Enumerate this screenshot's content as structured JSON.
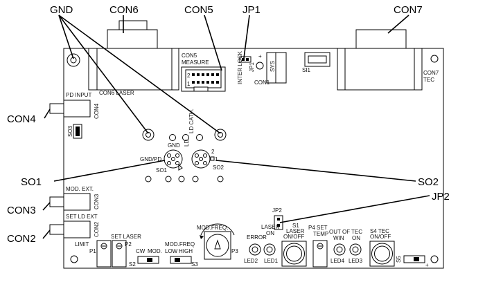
{
  "callouts": {
    "gnd": "GND",
    "con6": "CON6",
    "con5": "CON5",
    "jp1": "JP1",
    "con7": "CON7",
    "con4": "CON4",
    "so1": "SO1",
    "so2": "SO2",
    "jp2": "JP2",
    "con3": "CON3",
    "con2": "CON2"
  },
  "silkscreen": {
    "con6_laser": "CON6 LASER",
    "con5": "CON5",
    "measure": "MEASURE",
    "interlock": "INTER LOCK",
    "jp1": "JP1",
    "con1": "CON1",
    "sys": "SYS",
    "si1": "SI1",
    "con7": "CON7",
    "tec": "TEC",
    "pd_input": "PD INPUT",
    "con4": "CON4",
    "so3": "SO3",
    "ld_cath": "LD CATH.",
    "gnd": "GND",
    "ld": "LD",
    "gnd_pd": "GND/PD",
    "so1": "SO1",
    "so2": "SO2",
    "mod_ext": "MOD. EXT.",
    "con3": "CON3",
    "jp2": "JP2",
    "set_ld_ext": "SET LD EXT",
    "con2": "CON2",
    "limit": "LIMIT",
    "p1": "P1",
    "set_laser": "SET LASER",
    "p2": "P2",
    "cw": "CW",
    "mod": "MOD.",
    "s2": "S2",
    "mod_freq1": "MOD.FREQ",
    "low": "LOW",
    "high": "HIGH",
    "s3": "S3",
    "mod_freq2": "MOD.FREQ.",
    "p3": "P3",
    "error": "ERROR",
    "led2": "LED2",
    "laser_on": "LASER",
    "on": "ON",
    "led1": "LED1",
    "s1": "S1",
    "laser": "LASER",
    "on_off1": "ON/OFF",
    "p4_set": "P4 SET",
    "temp": "TEMP",
    "out_of": "OUT OF",
    "win": "WIN",
    "led4": "LED4",
    "tec_on1": "TEC",
    "tec_on2": "ON",
    "led3": "LED3",
    "s4_tec": "S4 TEC",
    "on_off2": "ON/OFF",
    "s5": "S5",
    "plus": "+",
    "con5_pin1": "1",
    "con5_pin2": "2"
  }
}
